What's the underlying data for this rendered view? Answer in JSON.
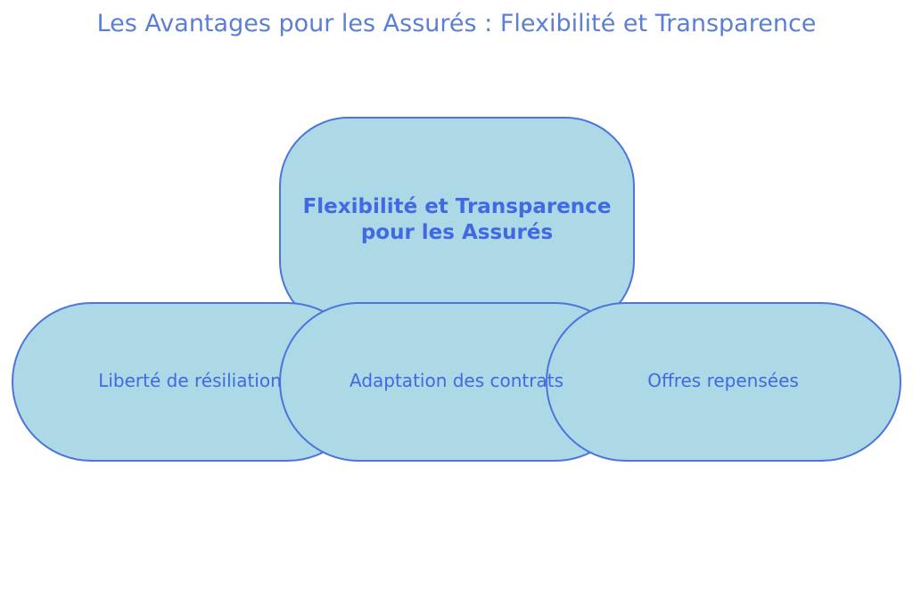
{
  "title": "Les Avantages pour les Assurés : Flexibilité et Transparence",
  "diagram": {
    "central": {
      "line1": "Flexibilité et Transparence",
      "line2": "pour les Assurés"
    },
    "children": [
      {
        "label": "Liberté de résiliation"
      },
      {
        "label": "Adaptation des contrats"
      },
      {
        "label": "Offres repensées"
      }
    ]
  },
  "colors": {
    "node_fill": "#add8e6",
    "node_border": "#4d74dc",
    "text": "#4169e1",
    "title": "#5b7fd6"
  }
}
